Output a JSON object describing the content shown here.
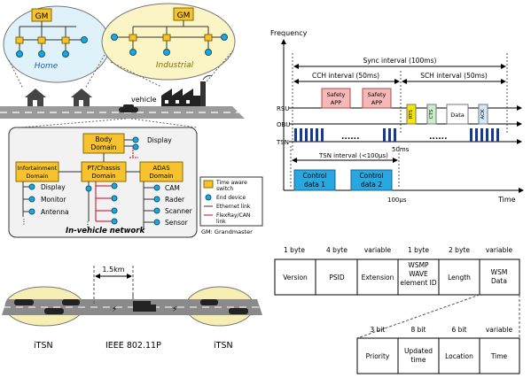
{
  "network": {
    "gm": "GM",
    "home": "Home",
    "industrial": "Industrial",
    "vehicle": "vehicle",
    "body_domain": [
      "Body",
      "Domain"
    ],
    "display": "Display",
    "infotainment_domain": [
      "Infortainment",
      "Domain"
    ],
    "ptchassis_domain": [
      "PT/Chassis",
      "Domain"
    ],
    "adas_domain": [
      "ADAS",
      "Domain"
    ],
    "infotainment_items": [
      "Display",
      "Monitor",
      "Antenna"
    ],
    "adas_items": [
      "CAM",
      "Rader",
      "Scanner",
      "Sensor"
    ],
    "in_vehicle_label": "In-vehicle network",
    "legend": {
      "switch": [
        "Time aware",
        "switch"
      ],
      "end_device": "End device",
      "ethernet": "Ethernet link",
      "flexray": [
        "FlexRay/CAN",
        "link"
      ],
      "gm_note": "GM: Grandmaster"
    }
  },
  "timing": {
    "ylabel": "Frequency",
    "xlabel": "Time",
    "sync_interval": "Sync interval (100ms)",
    "cch_interval": "CCH interval (50ms)",
    "sch_interval": "SCH interval (50ms)",
    "rows": [
      "RSU",
      "OBU",
      "TSN"
    ],
    "safety_app": [
      "Safety",
      "APP"
    ],
    "rts": "RTS",
    "cts": "CTS",
    "data": "Data",
    "ack": "ACK",
    "dots": "......",
    "t50ms": "50ms",
    "tsn_interval": "TSN interval (<100μs)",
    "control1": [
      "Control",
      "data 1"
    ],
    "control2": [
      "Control",
      "data 2"
    ],
    "t100us": "100μs"
  },
  "wsm": {
    "sizes": [
      "1 byte",
      "4 byte",
      "variable",
      "1 byte",
      "2 byte",
      "variable"
    ],
    "fields": [
      [
        "Version"
      ],
      [
        "PSID"
      ],
      [
        "Extension"
      ],
      [
        "WSMP",
        "WAVE",
        "element ID"
      ],
      [
        "Length"
      ],
      [
        "WSM",
        "Data"
      ]
    ],
    "sub_sizes": [
      "3 bit",
      "8 bit",
      "6 bit",
      "variable"
    ],
    "sub_fields": [
      [
        "Priority"
      ],
      [
        "Updated",
        "time"
      ],
      [
        "Location"
      ],
      [
        "Time"
      ]
    ]
  },
  "road": {
    "distance": "1.5km",
    "left_label": "iTSN",
    "center_label": "IEEE 802.11P",
    "right_label": "iTSN"
  }
}
